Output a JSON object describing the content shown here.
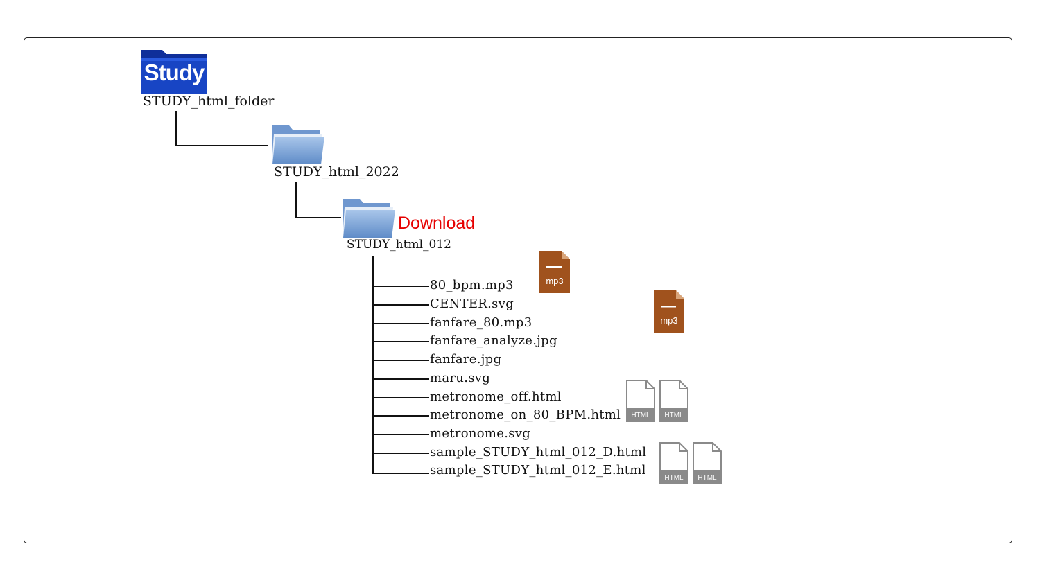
{
  "root": {
    "name": "STUDY_html_folder",
    "logo_text": "Study"
  },
  "level1": {
    "name": "STUDY_html_2022"
  },
  "level2": {
    "name": "STUDY_html_012",
    "tag": "Download"
  },
  "files": [
    "80_bpm.mp3",
    "CENTER.svg",
    "fanfare_80.mp3",
    "fanfare_analyze.jpg",
    "fanfare.jpg",
    "maru.svg",
    "metronome_off.html",
    "metronome_on_80_BPM.html",
    "metronome.svg",
    "sample_STUDY_html_012_D.html",
    "sample_STUDY_html_012_E.html"
  ],
  "file_icons": {
    "mp3_label": "mp3",
    "html_label": "HTML",
    "mp3_color": "#a0521d",
    "html_color": "#8a8a8a"
  },
  "colors": {
    "logo_blue": "#1845c4",
    "download_red": "#e60000",
    "folder_blue": "#7aa3d6"
  }
}
